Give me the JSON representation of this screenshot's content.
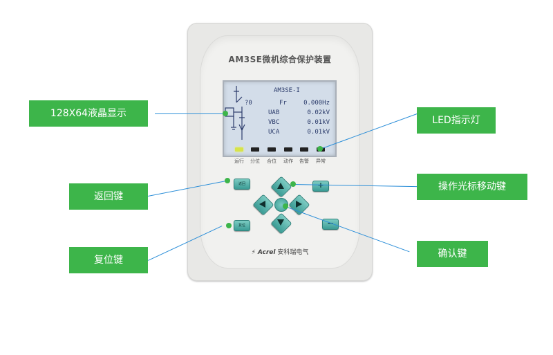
{
  "device": {
    "title": "AM3SE微机综合保护装置",
    "brand_logo": "Acrel",
    "brand_text": "安科瑞电气"
  },
  "lcd": {
    "title": "AM3SE-I",
    "symbol": "?0",
    "rows": [
      {
        "label": "Fr",
        "value": "0.000Hz"
      },
      {
        "label": "UAB",
        "value": "0.02kV"
      },
      {
        "label": "VBC",
        "value": "0.01kV"
      },
      {
        "label": "UCA",
        "value": "0.01kV"
      }
    ]
  },
  "leds": [
    {
      "label": "运行",
      "state": "on"
    },
    {
      "label": "分位",
      "state": "off"
    },
    {
      "label": "合位",
      "state": "off"
    },
    {
      "label": "动作",
      "state": "off"
    },
    {
      "label": "告警",
      "state": "off"
    },
    {
      "label": "异常",
      "state": "off"
    }
  ],
  "keys": {
    "back_label": "返回",
    "reset_label": "复位",
    "plus_label": "+",
    "minus_label": "−"
  },
  "callouts": {
    "lcd": "128X64液晶显示",
    "led": "LED指示灯",
    "back": "返回键",
    "cursor": "操作光标移动键",
    "reset": "复位键",
    "confirm": "确认键"
  },
  "colors": {
    "callout_green": "#3db54a",
    "line_blue": "#2b8ed8",
    "key_teal": "#3b9c95"
  }
}
